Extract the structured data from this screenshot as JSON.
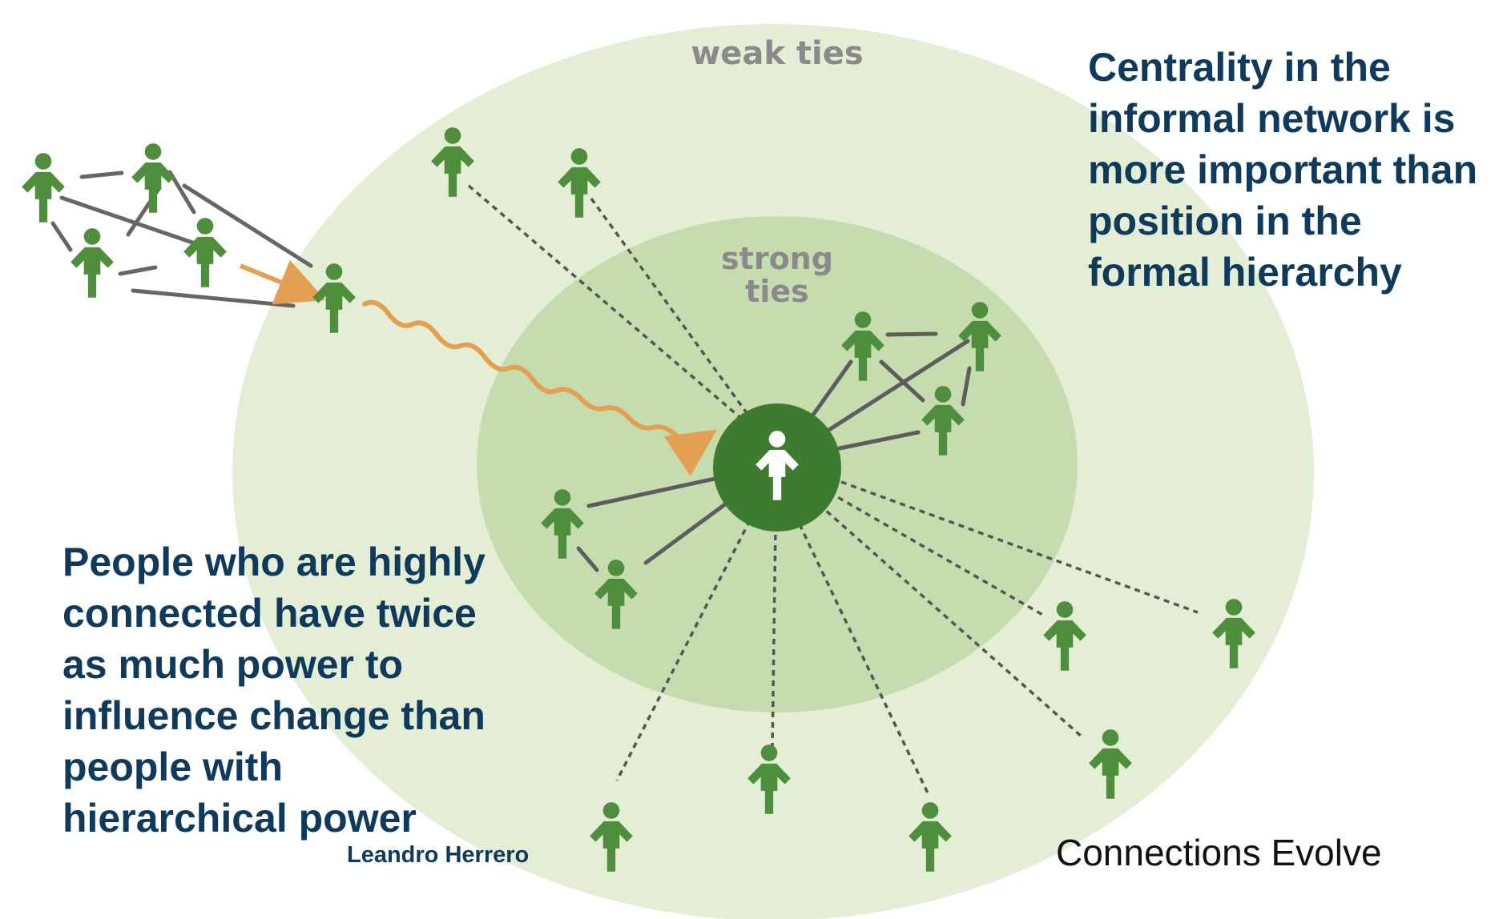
{
  "diagram": {
    "outer_ring_label": "weak ties",
    "inner_ring_label_line1": "strong",
    "inner_ring_label_line2": "ties"
  },
  "notes": {
    "right": "Centrality in the\ninformal network is\nmore important than\nposition in the\nformal hierarchy",
    "left": "People who are highly\nconnected have twice\nas much power to\ninfluence change than\npeople with\nhierarchical power"
  },
  "attribution": {
    "author": "Leandro Herrero",
    "credit": "Connections Evolve"
  },
  "colors": {
    "outer_ring": "#e3eed5",
    "inner_ring": "#c5dcaf",
    "person": "#4e8e3c",
    "hub": "#3d7c2f",
    "arrow": "#e4a052",
    "text": "#0f3a5c"
  }
}
